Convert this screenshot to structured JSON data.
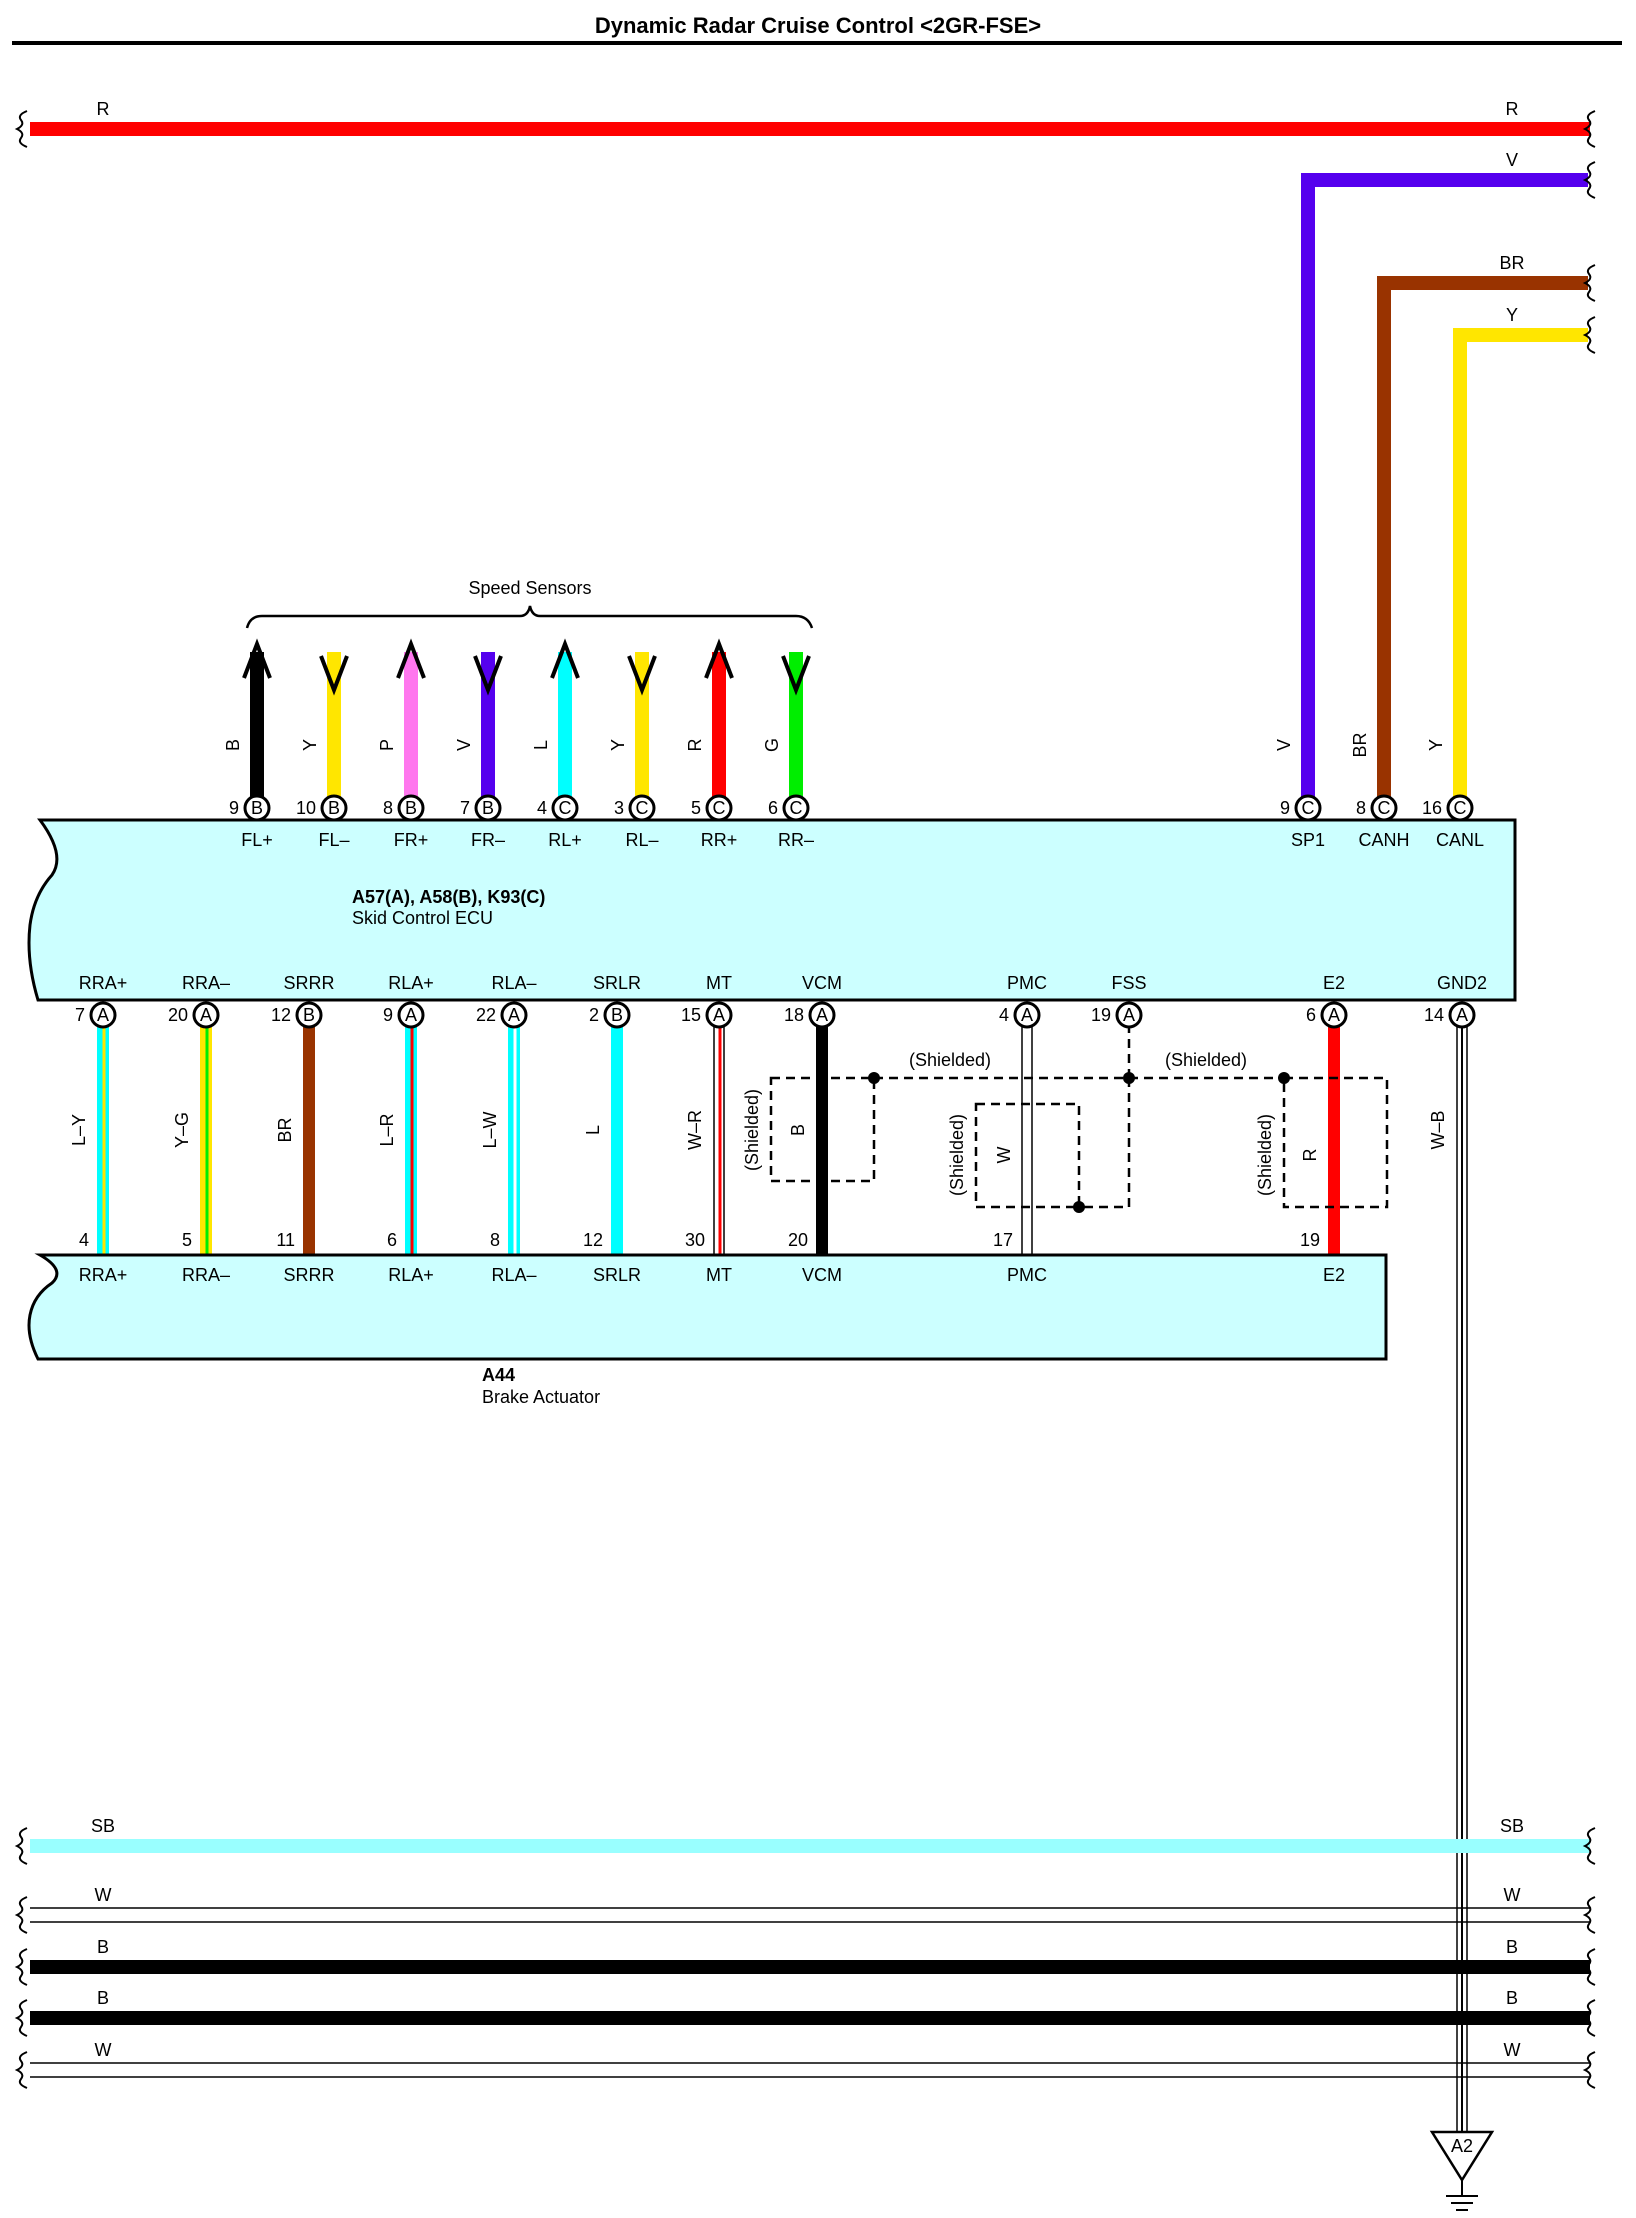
{
  "title": "Dynamic Radar Cruise Control <2GR-FSE>",
  "colors": {
    "R": "#ff0000",
    "V": "#5500ee",
    "BR": "#993300",
    "Y": "#ffe600",
    "B": "#000000",
    "P": "#ff77ee",
    "L": "#00ffff",
    "G": "#00ee00",
    "SB": "#99ffff",
    "W": "#ffffff",
    "ecu_fill": "#ccffff",
    "actuator_fill": "#ccffff"
  },
  "top_bus": {
    "color_code": "R",
    "left_label": "R",
    "right_label": "R"
  },
  "right_wires": [
    {
      "label": "V",
      "color": "V",
      "pin": "9",
      "connector": "C",
      "terminal": "SP1"
    },
    {
      "label": "BR",
      "color": "BR",
      "pin": "8",
      "connector": "C",
      "terminal": "CANH"
    },
    {
      "label": "Y",
      "color": "Y",
      "pin": "16",
      "connector": "C",
      "terminal": "CANL"
    }
  ],
  "speed_sensors": {
    "label": "Speed Sensors",
    "wires": [
      {
        "color": "B",
        "pin": "9",
        "connector": "B",
        "terminal": "FL+",
        "dir": "up"
      },
      {
        "color": "Y",
        "pin": "10",
        "connector": "B",
        "terminal": "FL–",
        "dir": "down"
      },
      {
        "color": "P",
        "pin": "8",
        "connector": "B",
        "terminal": "FR+",
        "dir": "up"
      },
      {
        "color": "V",
        "pin": "7",
        "connector": "B",
        "terminal": "FR–",
        "dir": "down"
      },
      {
        "color": "L",
        "pin": "4",
        "connector": "C",
        "terminal": "RL+",
        "dir": "up"
      },
      {
        "color": "Y",
        "pin": "3",
        "connector": "C",
        "terminal": "RL–",
        "dir": "down"
      },
      {
        "color": "R",
        "pin": "5",
        "connector": "C",
        "terminal": "RR+",
        "dir": "up"
      },
      {
        "color": "G",
        "pin": "6",
        "connector": "C",
        "terminal": "RR–",
        "dir": "down"
      }
    ]
  },
  "ecu": {
    "code": "A57(A), A58(B), K93(C)",
    "name": "Skid Control ECU"
  },
  "ecu_bottom_terminals": [
    {
      "terminal": "RRA+",
      "pin": "7",
      "connector": "A",
      "wire": "L–Y",
      "act_pin": "4",
      "act_terminal": "RRA+"
    },
    {
      "terminal": "RRA–",
      "pin": "20",
      "connector": "A",
      "wire": "Y–G",
      "act_pin": "5",
      "act_terminal": "RRA–"
    },
    {
      "terminal": "SRRR",
      "pin": "12",
      "connector": "B",
      "wire": "BR",
      "act_pin": "11",
      "act_terminal": "SRRR"
    },
    {
      "terminal": "RLA+",
      "pin": "9",
      "connector": "A",
      "wire": "L–R",
      "act_pin": "6",
      "act_terminal": "RLA+"
    },
    {
      "terminal": "RLA–",
      "pin": "22",
      "connector": "A",
      "wire": "L–W",
      "act_pin": "8",
      "act_terminal": "RLA–"
    },
    {
      "terminal": "SRLR",
      "pin": "2",
      "connector": "B",
      "wire": "L",
      "act_pin": "12",
      "act_terminal": "SRLR"
    },
    {
      "terminal": "MT",
      "pin": "15",
      "connector": "A",
      "wire": "W–R",
      "act_pin": "30",
      "act_terminal": "MT"
    },
    {
      "terminal": "VCM",
      "pin": "18",
      "connector": "A",
      "wire": "B",
      "act_pin": "20",
      "act_terminal": "VCM"
    },
    {
      "terminal": "PMC",
      "pin": "4",
      "connector": "A",
      "wire": "W",
      "act_pin": "17",
      "act_terminal": "PMC"
    },
    {
      "terminal": "FSS",
      "pin": "19",
      "connector": "A",
      "wire": "",
      "act_pin": "",
      "act_terminal": ""
    },
    {
      "terminal": "E2",
      "pin": "6",
      "connector": "A",
      "wire": "R",
      "act_pin": "19",
      "act_terminal": "E2"
    },
    {
      "terminal": "GND2",
      "pin": "14",
      "connector": "A",
      "wire": "W–B",
      "act_pin": "",
      "act_terminal": ""
    }
  ],
  "shielded_label": "(Shielded)",
  "actuator": {
    "code": "A44",
    "name": "Brake Actuator"
  },
  "ground": {
    "label": "A2"
  },
  "bottom_buses": [
    {
      "color_code": "SB",
      "left_label": "SB",
      "right_label": "SB"
    },
    {
      "color_code": "W",
      "left_label": "W",
      "right_label": "W"
    },
    {
      "color_code": "B",
      "left_label": "B",
      "right_label": "B"
    },
    {
      "color_code": "B",
      "left_label": "B",
      "right_label": "B"
    },
    {
      "color_code": "W",
      "left_label": "W",
      "right_label": "W"
    }
  ]
}
